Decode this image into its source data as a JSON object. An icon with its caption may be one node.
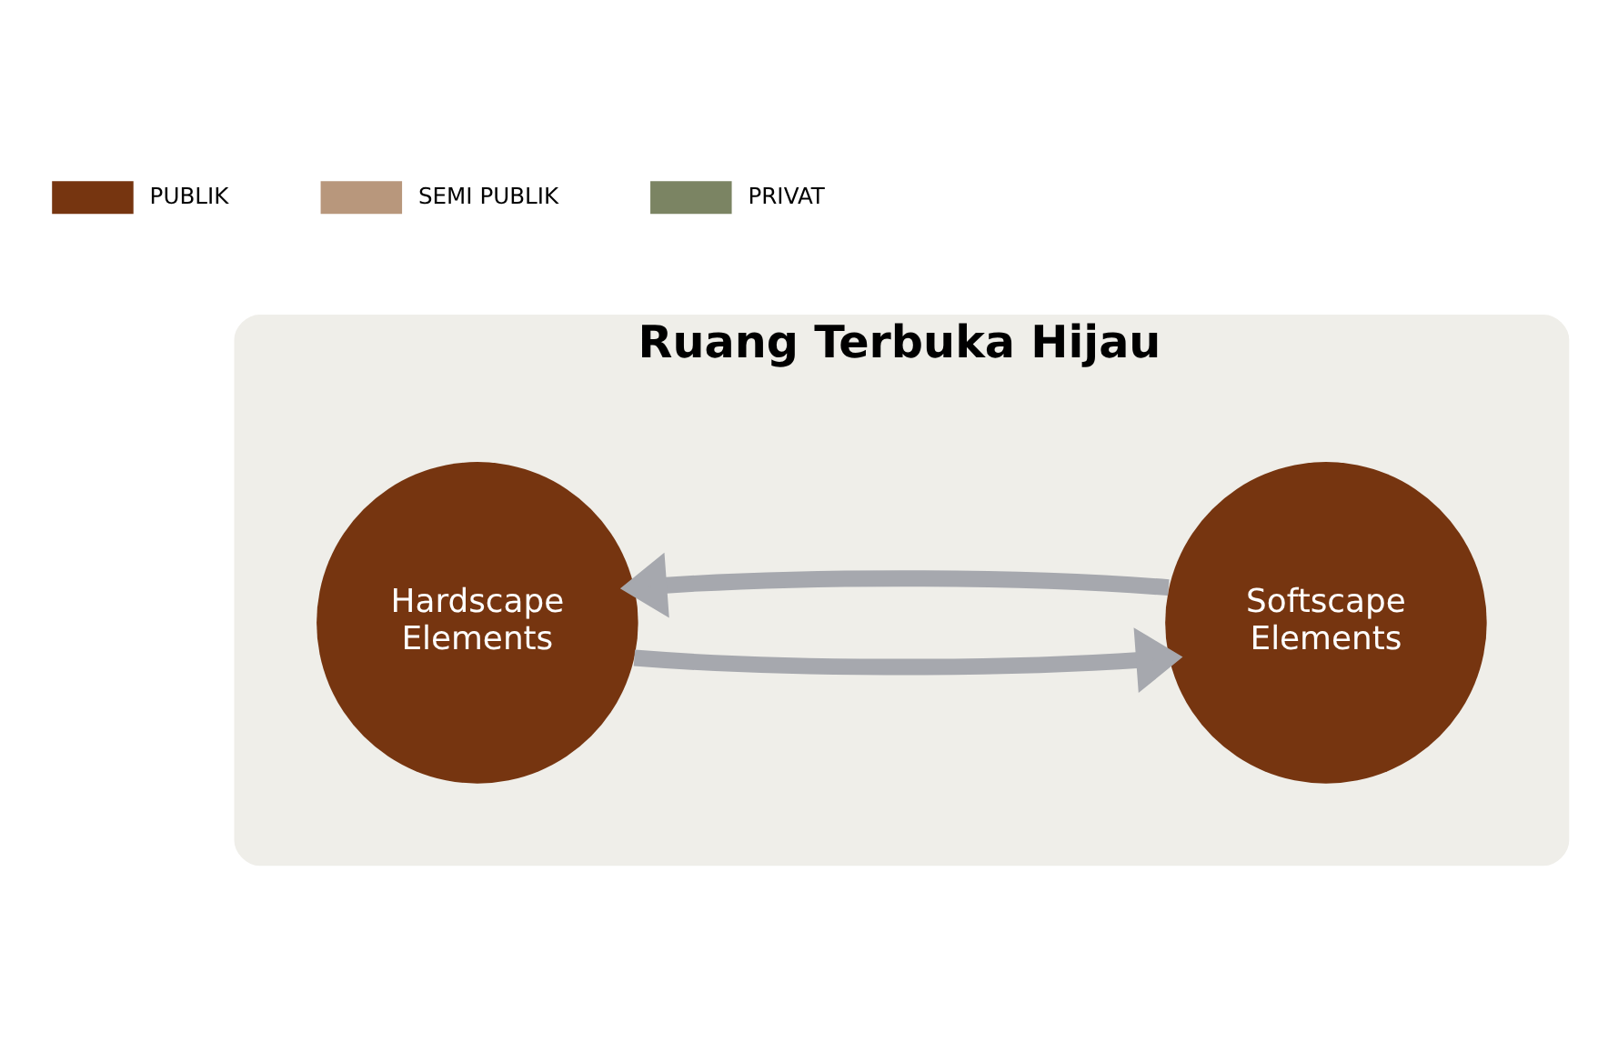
{
  "diagram": {
    "nodes": [
      {
        "text": [
          "Ruang Terbuka Hijau"
        ]
      },
      {
        "text": [
          "Hardscape Elements"
        ],
        "in": 0
      },
      {
        "text": [
          "Softscape Elements"
        ],
        "in": 0
      }
    ],
    "edges": [
      {
        "from": 1,
        "to": 2,
        "arrow": "to"
      },
      {
        "from": 2,
        "to": 1,
        "arrow": "to"
      }
    ],
    "legend": [
      {
        "text": "PUBLIK",
        "color": "#763510"
      },
      {
        "text": "SEMI PUBLIK",
        "color": "#b8977c"
      },
      {
        "text": "PRIVAT",
        "color": "#7b8463"
      }
    ]
  }
}
